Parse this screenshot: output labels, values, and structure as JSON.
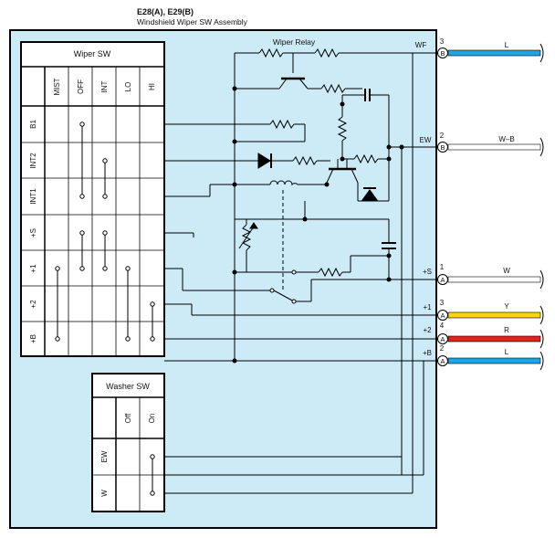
{
  "header": {
    "connector_id": "E28(A), E29(B)",
    "assembly_name": "Windshield Wiper SW Assembly"
  },
  "wiper_sw": {
    "title": "Wiper SW",
    "columns": [
      "MIST",
      "OFF",
      "INT",
      "LO",
      "HI"
    ],
    "rows": [
      "B1",
      "INT2",
      "INT1",
      "+S",
      "+1",
      "+2",
      "+B"
    ]
  },
  "washer_sw": {
    "title": "Washer SW",
    "columns": [
      "Off",
      "On"
    ],
    "rows": [
      "EW",
      "W"
    ]
  },
  "relay": {
    "title": "Wiper Relay"
  },
  "terminals": [
    {
      "name": "WF",
      "pin": "3",
      "connector": "B",
      "wire_label": "L",
      "wire_color": "#1aa6e8"
    },
    {
      "name": "EW",
      "pin": "2",
      "connector": "B",
      "wire_label": "W–B",
      "wire_color": "#ffffff"
    },
    {
      "name": "+S",
      "pin": "1",
      "connector": "A",
      "wire_label": "W",
      "wire_color": "#ffffff"
    },
    {
      "name": "+1",
      "pin": "3",
      "connector": "A",
      "wire_label": "Y",
      "wire_color": "#ffd400"
    },
    {
      "name": "+2",
      "pin": "4",
      "connector": "A",
      "wire_label": "R",
      "wire_color": "#e8201c"
    },
    {
      "name": "+B",
      "pin": "2",
      "connector": "A",
      "wire_label": "L",
      "wire_color": "#1aa6e8"
    }
  ],
  "colors": {
    "panel_fill": "#cdeaf7",
    "line": "#000000"
  }
}
